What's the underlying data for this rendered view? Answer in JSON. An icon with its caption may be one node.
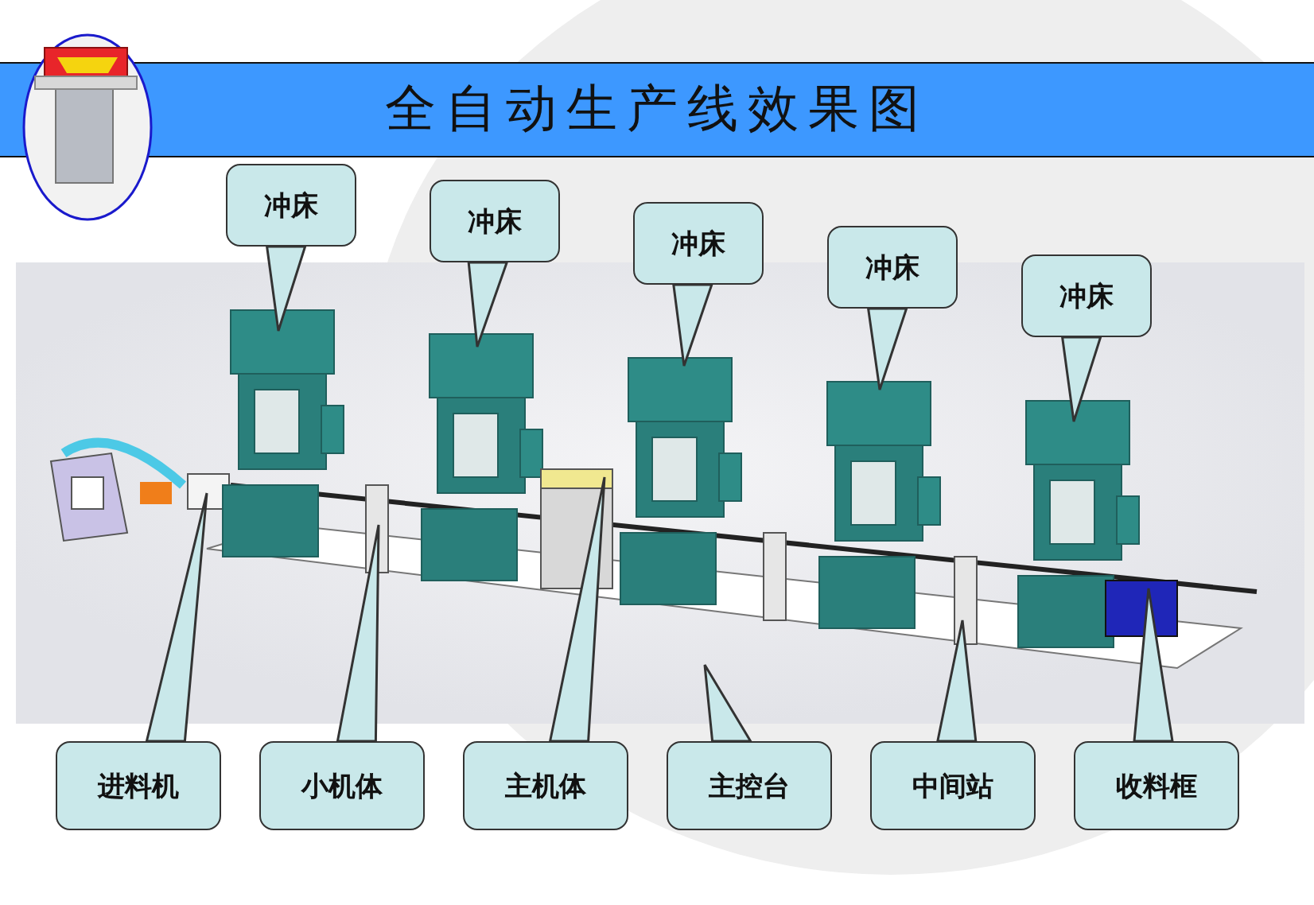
{
  "diagram": {
    "title": "全自动生产线效果图",
    "nodes": [
      {
        "text": [
          "冲床"
        ]
      },
      {
        "text": [
          "冲床"
        ]
      },
      {
        "text": [
          "冲床"
        ]
      },
      {
        "text": [
          "冲床"
        ]
      },
      {
        "text": [
          "冲床"
        ]
      },
      {
        "text": [
          "进料机"
        ]
      },
      {
        "text": [
          "小机体"
        ]
      },
      {
        "text": [
          "主机体"
        ]
      },
      {
        "text": [
          "主控台"
        ]
      },
      {
        "text": [
          "中间站"
        ]
      },
      {
        "text": [
          "收料框"
        ]
      }
    ],
    "edges": [
      {
        "from": 0,
        "to": null,
        "arrow": "to"
      },
      {
        "from": 1,
        "to": null,
        "arrow": "to"
      },
      {
        "from": 2,
        "to": null,
        "arrow": "to"
      },
      {
        "from": 3,
        "to": null,
        "arrow": "to"
      },
      {
        "from": 4,
        "to": null,
        "arrow": "to"
      },
      {
        "from": 5,
        "to": null,
        "arrow": "to"
      },
      {
        "from": 6,
        "to": null,
        "arrow": "to"
      },
      {
        "from": 7,
        "to": null,
        "arrow": "to"
      },
      {
        "from": 8,
        "to": null,
        "arrow": "to"
      },
      {
        "from": 9,
        "to": null,
        "arrow": "to"
      },
      {
        "from": 10,
        "to": null,
        "arrow": "to"
      }
    ]
  }
}
